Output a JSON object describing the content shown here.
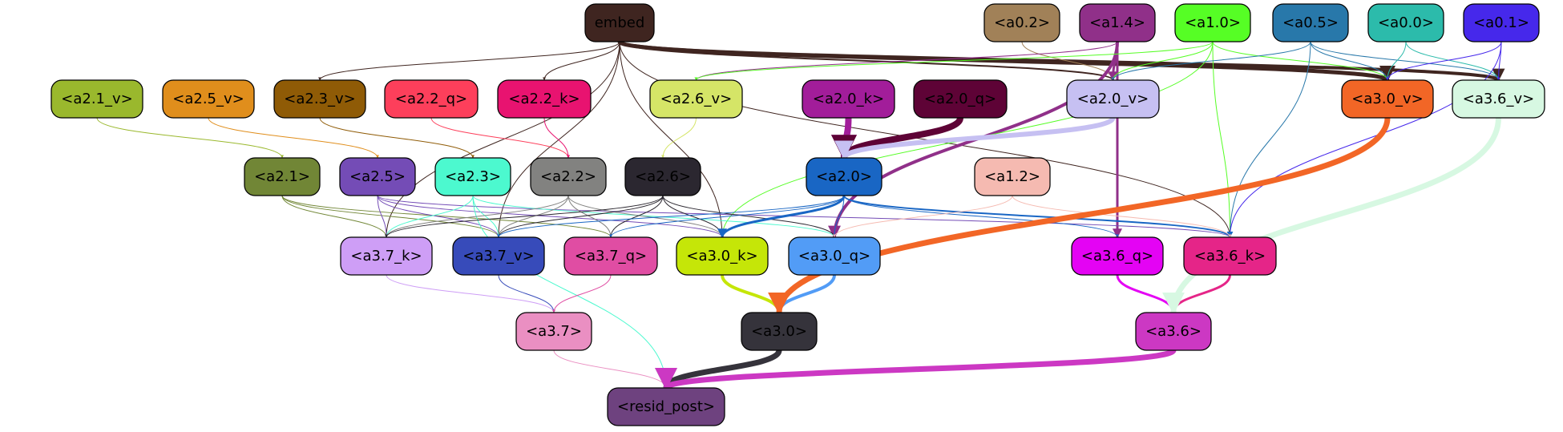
{
  "nodes": [
    {
      "id": "embed",
      "label": "embed",
      "fill": "#3f2520",
      "text": "#000000"
    },
    {
      "id": "a0_2",
      "label": "<a0.2>",
      "fill": "#a18158",
      "text": "#000000"
    },
    {
      "id": "a1_4",
      "label": "<a1.4>",
      "fill": "#903089",
      "text": "#000000"
    },
    {
      "id": "a1_0",
      "label": "<a1.0>",
      "fill": "#56fe25",
      "text": "#000000"
    },
    {
      "id": "a0_5",
      "label": "<a0.5>",
      "fill": "#2878aa",
      "text": "#000000"
    },
    {
      "id": "a0_0",
      "label": "<a0.0>",
      "fill": "#2cbbab",
      "text": "#000000"
    },
    {
      "id": "a0_1",
      "label": "<a0.1>",
      "fill": "#4628eb",
      "text": "#000000"
    },
    {
      "id": "a2_1_v",
      "label": "<a2.1_v>",
      "fill": "#9ab82d",
      "text": "#000000"
    },
    {
      "id": "a2_5_v",
      "label": "<a2.5_v>",
      "fill": "#e08e1c",
      "text": "#000000"
    },
    {
      "id": "a2_3_v",
      "label": "<a2.3_v>",
      "fill": "#8f5b06",
      "text": "#000000"
    },
    {
      "id": "a2_2_q",
      "label": "<a2.2_q>",
      "fill": "#fd3f5b",
      "text": "#000000"
    },
    {
      "id": "a2_2_k",
      "label": "<a2.2_k>",
      "fill": "#e81370",
      "text": "#000000"
    },
    {
      "id": "a2_6_v",
      "label": "<a2.6_v>",
      "fill": "#d5e567",
      "text": "#000000"
    },
    {
      "id": "a2_0_k",
      "label": "<a2.0_k>",
      "fill": "#a21d9a",
      "text": "#000000"
    },
    {
      "id": "a2_0_q",
      "label": "<a2.0_q>",
      "fill": "#5e0336",
      "text": "#000000"
    },
    {
      "id": "a2_0_v",
      "label": "<a2.0_v>",
      "fill": "#c6c0f2",
      "text": "#000000"
    },
    {
      "id": "a3_0_v",
      "label": "<a3.0_v>",
      "fill": "#f26626",
      "text": "#000000"
    },
    {
      "id": "a3_6_v",
      "label": "<a3.6_v>",
      "fill": "#d7f8e2",
      "text": "#000000"
    },
    {
      "id": "a2_1",
      "label": "<a2.1>",
      "fill": "#718636",
      "text": "#000000"
    },
    {
      "id": "a2_5",
      "label": "<a2.5>",
      "fill": "#744cb6",
      "text": "#000000"
    },
    {
      "id": "a2_3",
      "label": "<a2.3>",
      "fill": "#4cf9cf",
      "text": "#000000"
    },
    {
      "id": "a2_2",
      "label": "<a2.2>",
      "fill": "#828280",
      "text": "#000000"
    },
    {
      "id": "a2_6",
      "label": "<a2.6>",
      "fill": "#2b2730",
      "text": "#000000"
    },
    {
      "id": "a2_0",
      "label": "<a2.0>",
      "fill": "#1966c4",
      "text": "#000000"
    },
    {
      "id": "a1_2",
      "label": "<a1.2>",
      "fill": "#f5bab1",
      "text": "#000000"
    },
    {
      "id": "a3_7_k",
      "label": "<a3.7_k>",
      "fill": "#ce9ef6",
      "text": "#000000"
    },
    {
      "id": "a3_7_v",
      "label": "<a3.7_v>",
      "fill": "#374bba",
      "text": "#000000"
    },
    {
      "id": "a3_7_q",
      "label": "<a3.7_q>",
      "fill": "#e04da3",
      "text": "#000000"
    },
    {
      "id": "a3_0_k",
      "label": "<a3.0_k>",
      "fill": "#c5e608",
      "text": "#000000"
    },
    {
      "id": "a3_0_q",
      "label": "<a3.0_q>",
      "fill": "#529cf6",
      "text": "#000000"
    },
    {
      "id": "a3_6_q",
      "label": "<a3.6_q>",
      "fill": "#e403f4",
      "text": "#000000"
    },
    {
      "id": "a3_6_k",
      "label": "<a3.6_k>",
      "fill": "#e52588",
      "text": "#000000"
    },
    {
      "id": "a3_7",
      "label": "<a3.7>",
      "fill": "#ea8fc2",
      "text": "#000000"
    },
    {
      "id": "a3_0",
      "label": "<a3.0>",
      "fill": "#35333b",
      "text": "#000000"
    },
    {
      "id": "a3_6",
      "label": "<a3.6>",
      "fill": "#cc38c3",
      "text": "#000000"
    },
    {
      "id": "resid_post",
      "label": "<resid_post>",
      "fill": "#6e427f",
      "text": "#000000"
    }
  ],
  "edges": [
    {
      "from": "embed",
      "to": "a3_0_v",
      "color": "#3f2520"
    },
    {
      "from": "embed",
      "to": "a3_6_v",
      "color": "#3f2520"
    },
    {
      "from": "embed",
      "to": "a2_0_v",
      "color": "#3f2520"
    },
    {
      "from": "embed",
      "to": "a3_6_k",
      "color": "#3f2520"
    },
    {
      "from": "embed",
      "to": "a2_3_v",
      "color": "#3f2520"
    },
    {
      "from": "embed",
      "to": "a2_2_k",
      "color": "#3f2520"
    },
    {
      "from": "embed",
      "to": "a3_0_k",
      "color": "#3f2520"
    },
    {
      "from": "embed",
      "to": "a3_7_k",
      "color": "#3f2520"
    },
    {
      "from": "embed",
      "to": "a3_7_v",
      "color": "#3f2520"
    },
    {
      "from": "a0_2",
      "to": "a2_0_v",
      "color": "#a18158"
    },
    {
      "from": "a1_4",
      "to": "a2_0_v",
      "color": "#903089"
    },
    {
      "from": "a1_4",
      "to": "a3_0_q",
      "color": "#903089"
    },
    {
      "from": "a1_4",
      "to": "a3_6_q",
      "color": "#903089"
    },
    {
      "from": "a1_4",
      "to": "a2_6_v",
      "color": "#903089"
    },
    {
      "from": "a1_0",
      "to": "a2_0_v",
      "color": "#56fe25"
    },
    {
      "from": "a1_0",
      "to": "a3_0_v",
      "color": "#56fe25"
    },
    {
      "from": "a1_0",
      "to": "a3_6_k",
      "color": "#56fe25"
    },
    {
      "from": "a1_0",
      "to": "a2_6_v",
      "color": "#56fe25"
    },
    {
      "from": "a1_0",
      "to": "a3_0_k",
      "color": "#56fe25"
    },
    {
      "from": "a0_5",
      "to": "a3_0_v",
      "color": "#2878aa"
    },
    {
      "from": "a0_5",
      "to": "a3_6_v",
      "color": "#2878aa"
    },
    {
      "from": "a0_5",
      "to": "a2_0_v",
      "color": "#2878aa"
    },
    {
      "from": "a0_5",
      "to": "a3_6_k",
      "color": "#2878aa"
    },
    {
      "from": "a0_0",
      "to": "a3_0_v",
      "color": "#2cbbab"
    },
    {
      "from": "a0_0",
      "to": "a3_6_v",
      "color": "#2cbbab"
    },
    {
      "from": "a0_1",
      "to": "a3_0_v",
      "color": "#4628eb"
    },
    {
      "from": "a0_1",
      "to": "a3_6_v",
      "color": "#4628eb"
    },
    {
      "from": "a0_1",
      "to": "a3_6_k",
      "color": "#4628eb"
    },
    {
      "from": "a2_1_v",
      "to": "a2_1",
      "color": "#9ab82d"
    },
    {
      "from": "a2_5_v",
      "to": "a2_5",
      "color": "#e08e1c"
    },
    {
      "from": "a2_3_v",
      "to": "a2_3",
      "color": "#8f5b06"
    },
    {
      "from": "a2_2_q",
      "to": "a2_2",
      "color": "#fd3f5b"
    },
    {
      "from": "a2_2_k",
      "to": "a2_2",
      "color": "#e81370"
    },
    {
      "from": "a2_6_v",
      "to": "a2_6",
      "color": "#d5e567"
    },
    {
      "from": "a2_0_k",
      "to": "a2_0",
      "color": "#a21d9a"
    },
    {
      "from": "a2_0_q",
      "to": "a2_0",
      "color": "#5e0336"
    },
    {
      "from": "a2_0_v",
      "to": "a2_0",
      "color": "#c6c0f2"
    },
    {
      "from": "a2_1",
      "to": "a3_7_k",
      "color": "#718636"
    },
    {
      "from": "a2_1",
      "to": "a3_7_v",
      "color": "#718636"
    },
    {
      "from": "a2_1",
      "to": "a3_7_q",
      "color": "#718636"
    },
    {
      "from": "a2_5",
      "to": "a3_7_k",
      "color": "#744cb6"
    },
    {
      "from": "a2_5",
      "to": "a3_7_v",
      "color": "#744cb6"
    },
    {
      "from": "a2_5",
      "to": "a3_0_k",
      "color": "#744cb6"
    },
    {
      "from": "a2_5",
      "to": "a3_6_k",
      "color": "#744cb6"
    },
    {
      "from": "a2_3",
      "to": "a3_7_k",
      "color": "#4cf9cf"
    },
    {
      "from": "a2_3",
      "to": "a3_7_v",
      "color": "#4cf9cf"
    },
    {
      "from": "a2_3",
      "to": "a3_0_q",
      "color": "#4cf9cf"
    },
    {
      "from": "a2_3",
      "to": "resid_post",
      "color": "#4cf9cf"
    },
    {
      "from": "a2_2",
      "to": "a3_7_v",
      "color": "#828280"
    },
    {
      "from": "a2_2",
      "to": "a3_7_q",
      "color": "#828280"
    },
    {
      "from": "a2_2",
      "to": "a3_0_k",
      "color": "#828280"
    },
    {
      "from": "a2_2",
      "to": "a3_7_k",
      "color": "#828280"
    },
    {
      "from": "a2_6",
      "to": "a3_7_k",
      "color": "#2b2730"
    },
    {
      "from": "a2_6",
      "to": "a3_7_v",
      "color": "#2b2730"
    },
    {
      "from": "a2_6",
      "to": "a3_7_q",
      "color": "#2b2730"
    },
    {
      "from": "a2_6",
      "to": "a3_0_k",
      "color": "#2b2730"
    },
    {
      "from": "a2_6",
      "to": "a3_0_q",
      "color": "#2b2730"
    },
    {
      "from": "a2_0",
      "to": "a3_0_k",
      "color": "#1966c4"
    },
    {
      "from": "a2_0",
      "to": "a3_0_q",
      "color": "#1966c4"
    },
    {
      "from": "a2_0",
      "to": "a3_6_k",
      "color": "#1966c4"
    },
    {
      "from": "a2_0",
      "to": "a3_6_q",
      "color": "#1966c4"
    },
    {
      "from": "a2_0",
      "to": "a3_7_v",
      "color": "#1966c4"
    },
    {
      "from": "a2_0",
      "to": "a3_7_q",
      "color": "#1966c4"
    },
    {
      "from": "a1_2",
      "to": "a3_6_k",
      "color": "#f5bab1"
    },
    {
      "from": "a1_2",
      "to": "a3_0_q",
      "color": "#f5bab1"
    },
    {
      "from": "a3_7_k",
      "to": "a3_7",
      "color": "#ce9ef6"
    },
    {
      "from": "a3_7_v",
      "to": "a3_7",
      "color": "#374bba"
    },
    {
      "from": "a3_7_q",
      "to": "a3_7",
      "color": "#e04da3"
    },
    {
      "from": "a3_0_k",
      "to": "a3_0",
      "color": "#c5e608"
    },
    {
      "from": "a3_0_q",
      "to": "a3_0",
      "color": "#529cf6"
    },
    {
      "from": "a3_0_v",
      "to": "a3_0",
      "color": "#f26626"
    },
    {
      "from": "a3_6_q",
      "to": "a3_6",
      "color": "#e403f4"
    },
    {
      "from": "a3_6_k",
      "to": "a3_6",
      "color": "#e52588"
    },
    {
      "from": "a3_6_v",
      "to": "a3_6",
      "color": "#d7f8e2"
    },
    {
      "from": "a3_7",
      "to": "resid_post",
      "color": "#ea8fc2"
    },
    {
      "from": "a3_0",
      "to": "resid_post",
      "color": "#35333b"
    },
    {
      "from": "a3_6",
      "to": "resid_post",
      "color": "#cc38c3"
    }
  ]
}
